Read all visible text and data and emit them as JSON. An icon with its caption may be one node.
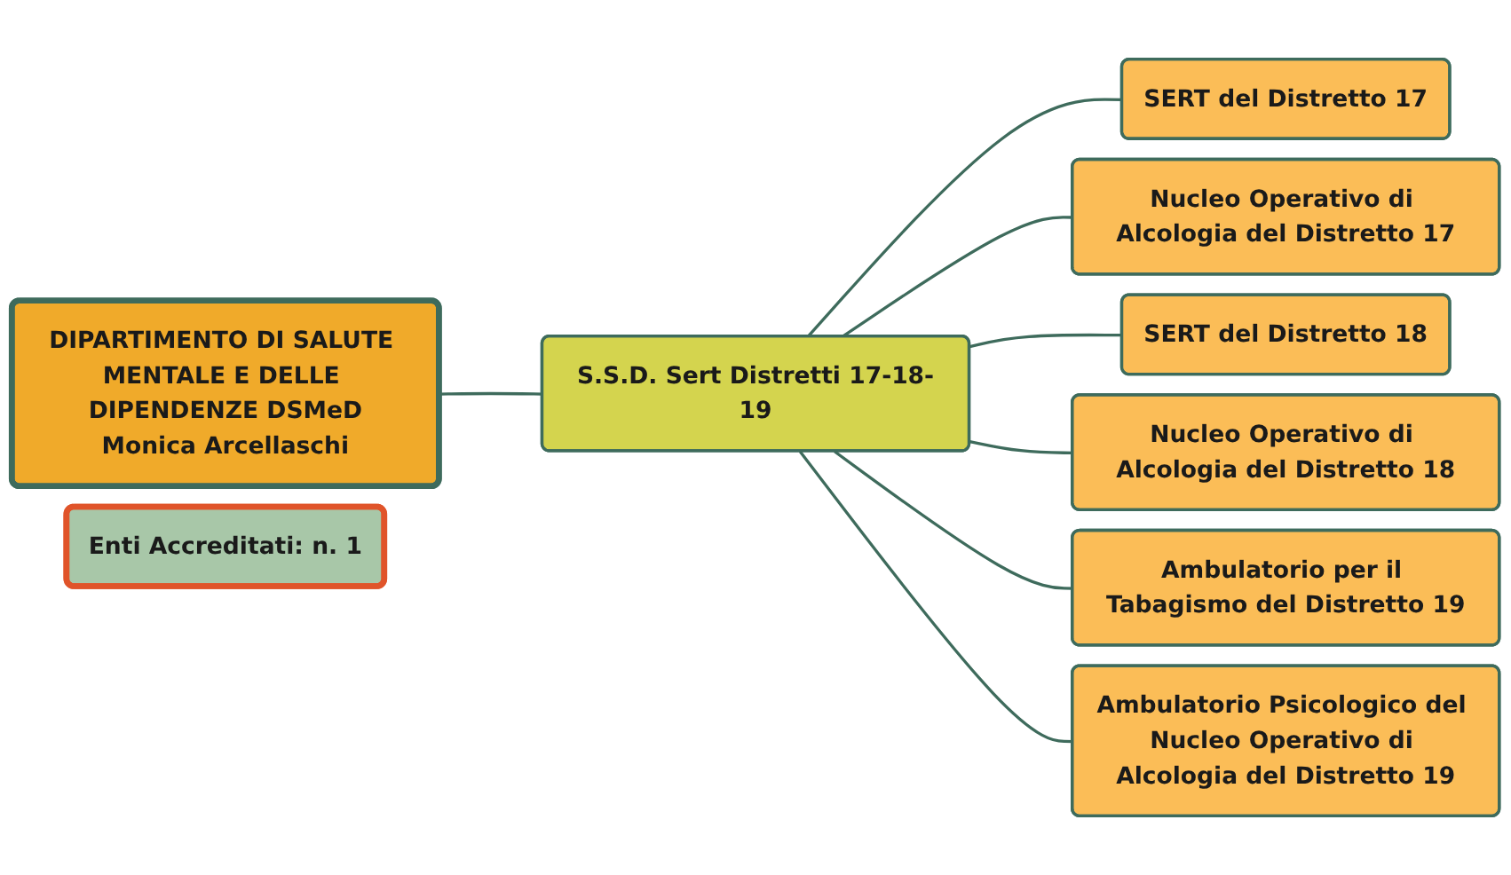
{
  "diagram": {
    "nodes": [
      {
        "text": [
          "DIPARTIMENTO DI SALUTE MENTALE E DELLE DIPENDENZE DSMeD",
          "Monica Arcellaschi"
        ]
      },
      {
        "text": [
          "S.S.D. Sert Distretti 17-18-19"
        ]
      },
      {
        "text": [
          "SERT del Distretto 17"
        ]
      },
      {
        "text": [
          "Nucleo Operativo di Alcologia del Distretto 17"
        ]
      },
      {
        "text": [
          "SERT del Distretto 18"
        ]
      },
      {
        "text": [
          "Nucleo Operativo di Alcologia del Distretto 18"
        ]
      },
      {
        "text": [
          "Ambulatorio per il Tabagismo del Distretto 19"
        ]
      },
      {
        "text": [
          "Ambulatorio Psicologico del Nucleo Operativo di Alcologia del Distretto 19"
        ]
      },
      {
        "text": [
          "Enti Accreditati: n. 1"
        ]
      }
    ],
    "edges": [
      {
        "from": 0,
        "to": 1,
        "arrow": "none"
      },
      {
        "from": 1,
        "to": 2,
        "arrow": "none"
      },
      {
        "from": 1,
        "to": 3,
        "arrow": "none"
      },
      {
        "from": 1,
        "to": 4,
        "arrow": "none"
      },
      {
        "from": 1,
        "to": 5,
        "arrow": "none"
      },
      {
        "from": 1,
        "to": 6,
        "arrow": "none"
      },
      {
        "from": 1,
        "to": 7,
        "arrow": "none"
      }
    ]
  }
}
